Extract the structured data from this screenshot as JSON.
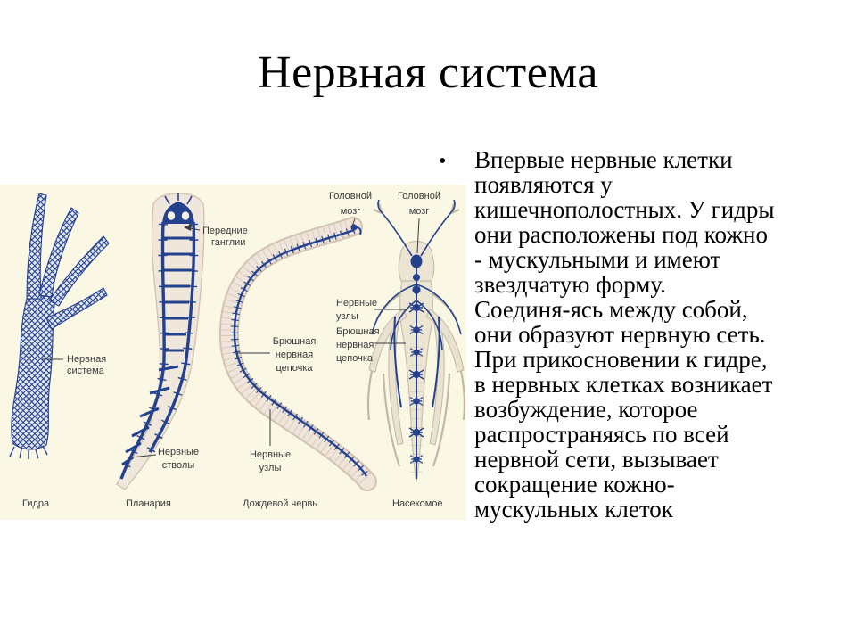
{
  "title": "Нервная система",
  "bullet": {
    "marker": "•",
    "text": "Впервые нервные клетки\nпоявляются у\nкишечнополостных. У гидры\nони расположены под кожно\n- мускульными и имеют\nзвездчатую форму.\nСоединя-ясь между собой,\nони образуют нервную сеть.\nПри прикосновении к гидре,\nв нервных клетках возникает\nвозбуждение, которое\nраспространяясь по всей\nнервной сети, вызывает\nсокращение кожно-\nмускульных клеток"
  },
  "figure": {
    "captions": {
      "hydra": "Гидра",
      "planaria": "Планария",
      "worm": "Дождевой червь",
      "insect": "Насекомое"
    },
    "labels": {
      "hydra_system": {
        "l1": "Нервная",
        "l2": "система"
      },
      "front_ganglia": {
        "l1": "Передние",
        "l2": "ганглии"
      },
      "worm_brain": {
        "l1": "Головной",
        "l2": "мозг"
      },
      "insect_brain": {
        "l1": "Головной",
        "l2": "мозг"
      },
      "insect_nodes": {
        "l1": "Нервные",
        "l2": "узлы"
      },
      "insect_chain": {
        "l1": "Брюшная",
        "l2": "нервная",
        "l3": "цепочка"
      },
      "worm_chain": {
        "l1": "Брюшная",
        "l2": "нервная",
        "l3": "цепочка"
      },
      "worm_nodes": {
        "l1": "Нервные",
        "l2": "узлы"
      },
      "planaria_trunks": {
        "l1": "Нервные",
        "l2": "стволы"
      }
    },
    "colors": {
      "ink": "#24418E",
      "panel_bg": "#FBF7E5",
      "body_fill": "#EDE3D5",
      "body_stroke": "#D2C3B1",
      "label_text": "#3B3B3B"
    }
  }
}
